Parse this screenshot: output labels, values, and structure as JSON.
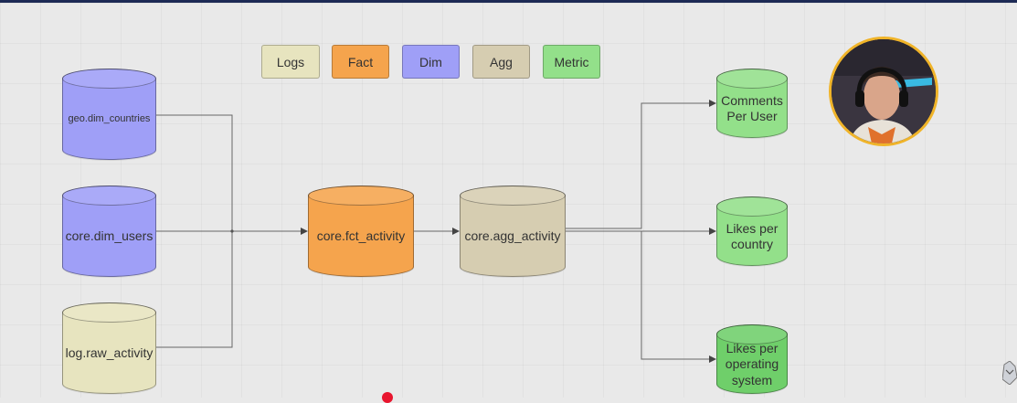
{
  "legend": {
    "logs": "Logs",
    "fact": "Fact",
    "dim": "Dim",
    "agg": "Agg",
    "metric": "Metric"
  },
  "nodes": {
    "geo_dim_countries": "geo.dim_countries",
    "core_dim_users": "core.dim_users",
    "log_raw_activity": "log.raw_activity",
    "core_fct_activity": "core.fct_activity",
    "core_agg_activity": "core.agg_activity",
    "metric_comments_per_user": "Comments Per User",
    "metric_likes_per_country": "Likes per country",
    "metric_likes_per_os": "Likes per operating system"
  },
  "colors": {
    "logs": "#e7e4bf",
    "fact": "#f5a44d",
    "dim": "#9f9ff7",
    "agg": "#d6cdb1",
    "metric": "#93e08a",
    "webcam_ring": "#f0b429"
  },
  "icons": {
    "webcam": "presenter-webcam-icon",
    "cursor": "red-cursor-dot-icon",
    "corner": "channel-logo-icon"
  }
}
